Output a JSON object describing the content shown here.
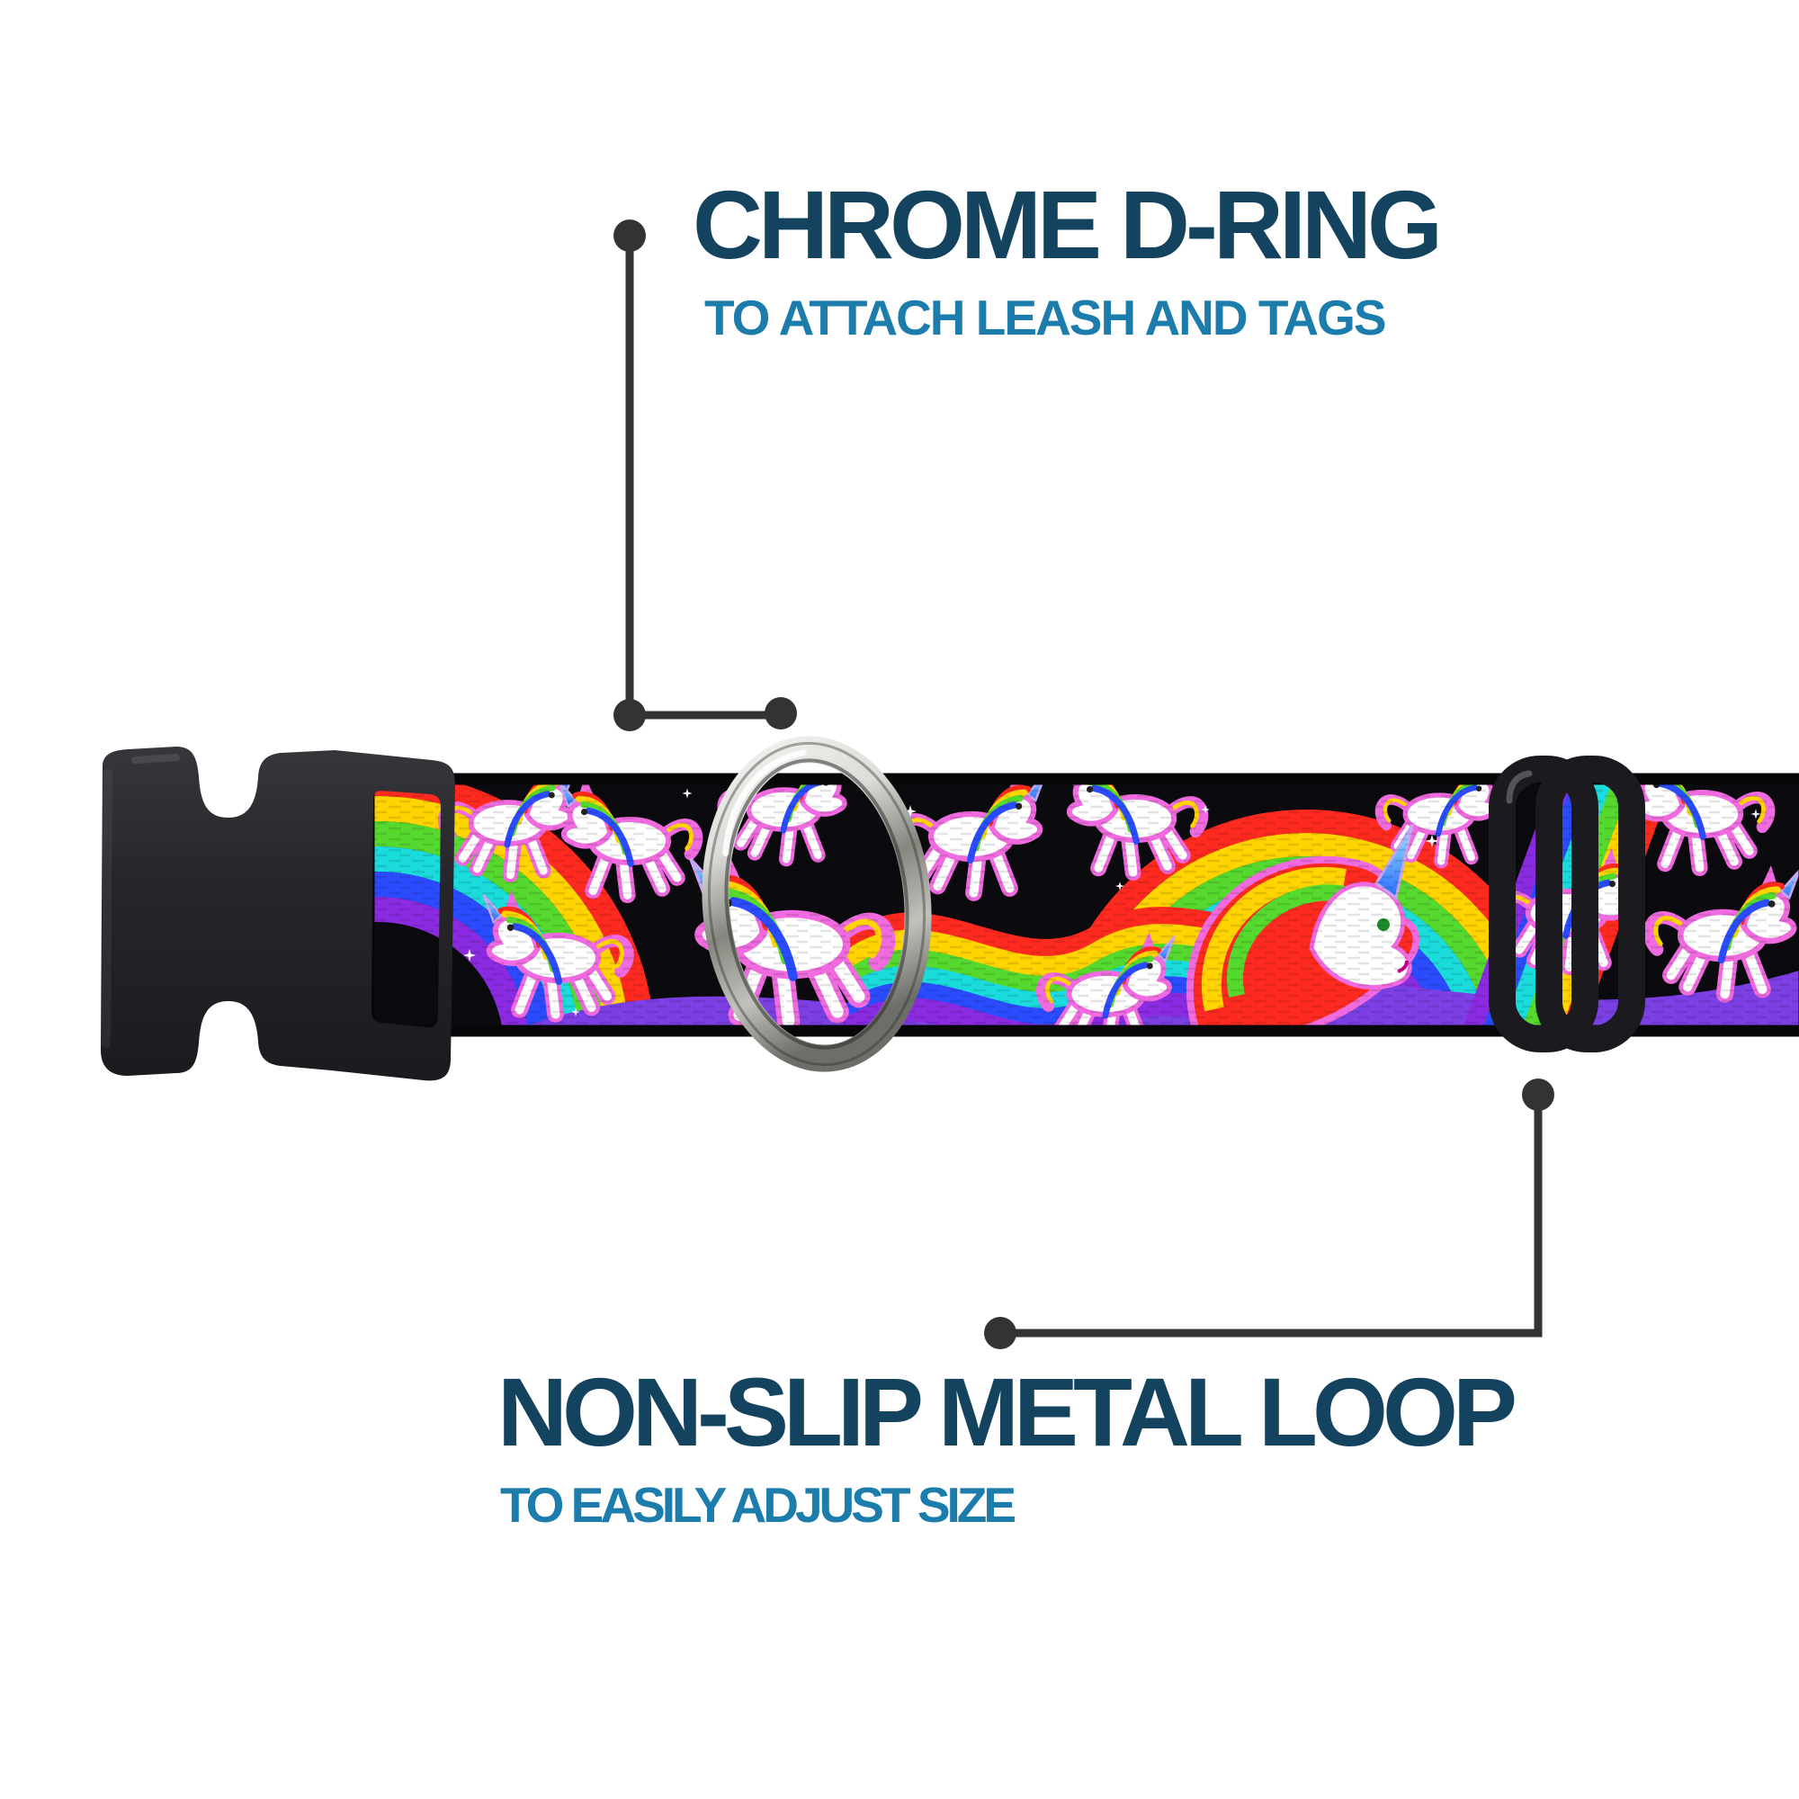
{
  "product_annotations": {
    "d_ring": {
      "title": "CHROME D-RING",
      "subtitle": "TO ATTACH LEASH AND TAGS"
    },
    "metal_loop": {
      "title": "NON-SLIP METAL LOOP",
      "subtitle": "TO EASILY ADJUST SIZE"
    }
  },
  "colors": {
    "background": "#FFFFFF",
    "title": "#14435F",
    "subtitle": "#1C7CAC",
    "callout": "#333333",
    "buckle": "#26262B",
    "slider": "#1B1B1F",
    "webbing_background": "#0B0A0E",
    "chrome_light": "#F2F2F0",
    "chrome_dark": "#86867F",
    "unicorn_body": "#FFFFFF",
    "unicorn_outline": "#F06AE0",
    "wave_purple": "#7B3FE4",
    "rainbow": [
      "#FF2A1F",
      "#FFD400",
      "#56D92E",
      "#1ADCDC",
      "#2B4BFF",
      "#8A2BE2"
    ]
  }
}
